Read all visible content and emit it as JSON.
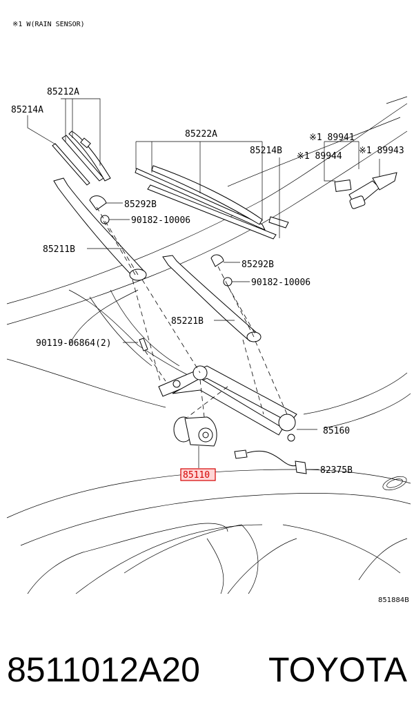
{
  "diagram": {
    "note": "※1 W(RAIN SENSOR)",
    "ref_code": "851884B",
    "labels": {
      "l85212A": "85212A",
      "l85214A": "85214A",
      "l85222A": "85222A",
      "l85214B": "85214B",
      "l89941": "※1 89941",
      "l89944": "※1 89944",
      "l89943": "※1 89943",
      "l85292B_1": "85292B",
      "l90182_1": "90182-10006",
      "l85211B": "85211B",
      "l85292B_2": "85292B",
      "l90182_2": "90182-10006",
      "l85221B": "85221B",
      "l90119": "90119-06864(2)",
      "l85160": "85160",
      "l85110": "85110",
      "l82375B": "82375B"
    },
    "highlight_color": "#d40000"
  },
  "caption": {
    "part_number": "8511012A20",
    "brand": "TOYOTA"
  }
}
